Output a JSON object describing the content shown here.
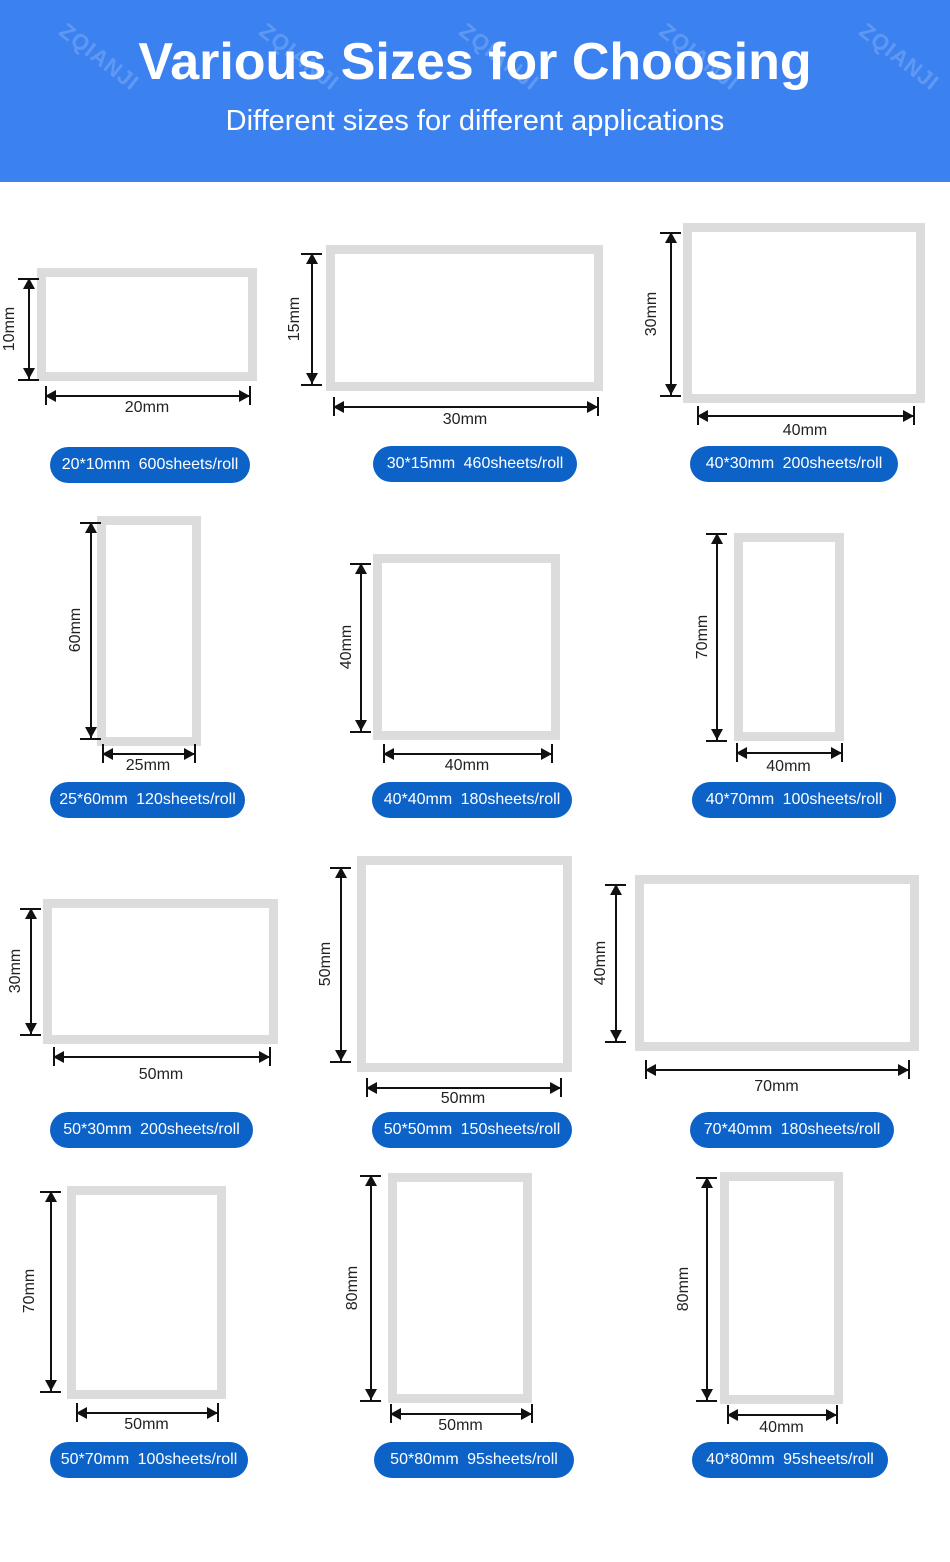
{
  "header": {
    "title": "Various Sizes for Choosing",
    "subtitle": "Different sizes for different applications",
    "watermark": "ZQIANJI",
    "background_color": "#3b82f0"
  },
  "pill_color": "#0c62c6",
  "labels": [
    {
      "width_text": "20mm",
      "height_text": "10mm",
      "spec": "20*10mm  600sheets/roll"
    },
    {
      "width_text": "30mm",
      "height_text": "15mm",
      "spec": "30*15mm  460sheets/roll"
    },
    {
      "width_text": "40mm",
      "height_text": "30mm",
      "spec": "40*30mm  200sheets/roll"
    },
    {
      "width_text": "25mm",
      "height_text": "60mm",
      "spec": "25*60mm  120sheets/roll"
    },
    {
      "width_text": "40mm",
      "height_text": "40mm",
      "spec": "40*40mm  180sheets/roll"
    },
    {
      "width_text": "40mm",
      "height_text": "70mm",
      "spec": "40*70mm  100sheets/roll"
    },
    {
      "width_text": "50mm",
      "height_text": "30mm",
      "spec": "50*30mm  200sheets/roll"
    },
    {
      "width_text": "50mm",
      "height_text": "50mm",
      "spec": "50*50mm  150sheets/roll"
    },
    {
      "width_text": "70mm",
      "height_text": "40mm",
      "spec": "70*40mm  180sheets/roll"
    },
    {
      "width_text": "50mm",
      "height_text": "70mm",
      "spec": "50*70mm  100sheets/roll"
    },
    {
      "width_text": "50mm",
      "height_text": "80mm",
      "spec": "50*80mm  95sheets/roll"
    },
    {
      "width_text": "40mm",
      "height_text": "80mm",
      "spec": "40*80mm  95sheets/roll"
    }
  ]
}
